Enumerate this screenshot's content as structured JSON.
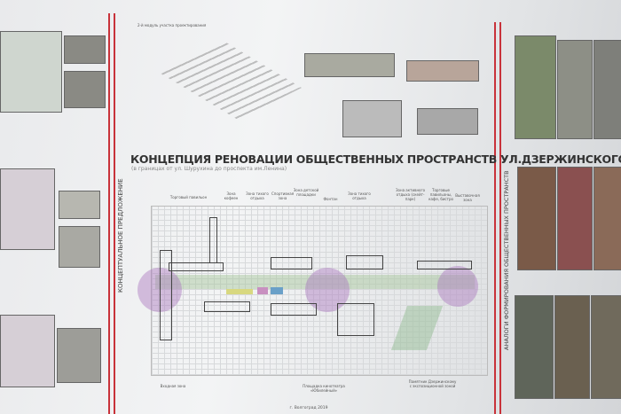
{
  "header": {
    "module_label": "2-й модуль участка проектирования"
  },
  "title": "КОНЦЕПЦИЯ РЕНОВАЦИИ ОБЩЕСТВЕННЫХ ПРОСТРАНСТВ УЛ.ДЗЕРЖИНСКОГО",
  "subtitle": "(в границах от ул. Шурухина до проспекта им.Ленина)",
  "left_vertical": "КОНЦЕПТУАЛЬНОЕ ПРЕДЛОЖЕНИЕ",
  "right_vertical": "АНАЛОГИ ФОРМИРОВАНИЯ ОБЩЕСТВЕННЫХ ПРОСТРАНСТВ",
  "zones_top": [
    "Торговый павильон",
    "Зона кофеен",
    "Зона тихого отдыха",
    "Спортивная зона",
    "Зона детской площадки",
    "Фонтан",
    "Зона тихого отдыха",
    "Зона активного отдыха (скейт-парк)",
    "Торговые павильоны, кафе, бистро",
    "Выставочная зона"
  ],
  "zones_bottom": [
    "Входная зона",
    "Площадка кинотеатра «Юбилейный»",
    "Памятник Дзержинскому с экспозиционной зоной"
  ],
  "footer": "г. Волгоград 2019",
  "colors": {
    "accent_red": "#c8323a",
    "zone_purple": "#aa78be"
  }
}
